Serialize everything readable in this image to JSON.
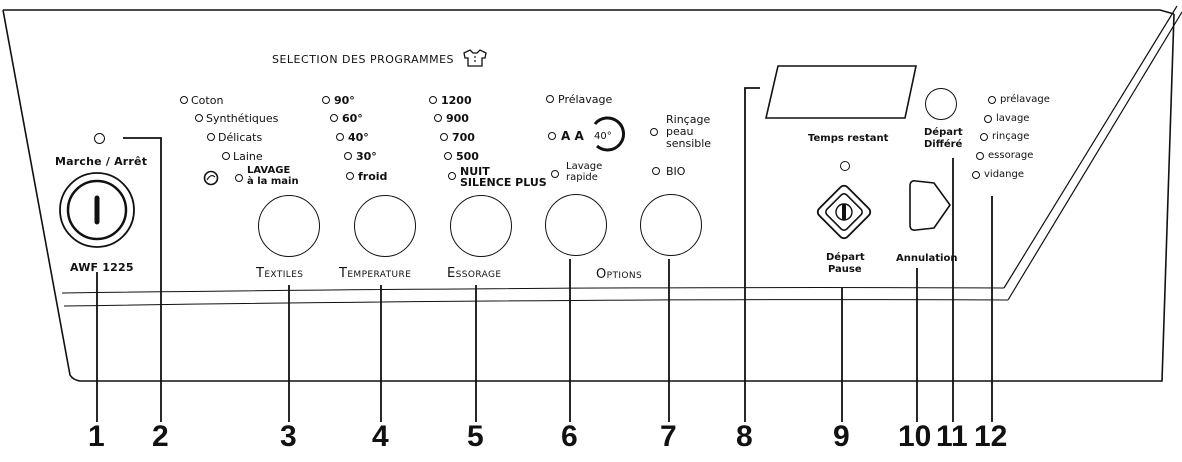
{
  "header": {
    "title": "SELECTION DES PROGRAMMES",
    "icon": "tshirt-icon"
  },
  "power": {
    "label": "Marche / Arrêt",
    "model": "AWF 1225"
  },
  "textiles": {
    "options": [
      "Coton",
      "Synthétiques",
      "Délicats",
      "Laine"
    ],
    "handwash_line1": "LAVAGE",
    "handwash_line2": "à la main",
    "label": "Textiles"
  },
  "temperature": {
    "options": [
      "90°",
      "60°",
      "40°",
      "30°",
      "froid"
    ],
    "label": "Temperature"
  },
  "spin": {
    "options": [
      "1200",
      "900",
      "700",
      "500"
    ],
    "night_line1": "NUIT",
    "night_line2": "SILENCE PLUS",
    "label": "Essorage"
  },
  "options_group": {
    "prewash": "Prélavage",
    "aa": "A A",
    "aa_temp": "40°",
    "quick_line1": "Lavage",
    "quick_line2": "rapide",
    "rinse_line1": "Rinçage",
    "rinse_line2": "peau",
    "rinse_line3": "sensible",
    "bio": "BIO",
    "label": "Options"
  },
  "display": {
    "label": "Temps restant"
  },
  "start": {
    "line1": "Départ",
    "line2": "Pause"
  },
  "cancel": {
    "label": "Annulation"
  },
  "delay": {
    "line1": "Départ",
    "line2": "Différé"
  },
  "phases": [
    "prélavage",
    "lavage",
    "rinçage",
    "essorage",
    "vidange"
  ],
  "callouts": [
    "1",
    "2",
    "3",
    "4",
    "5",
    "6",
    "7",
    "8",
    "9",
    "10",
    "11",
    "12"
  ]
}
